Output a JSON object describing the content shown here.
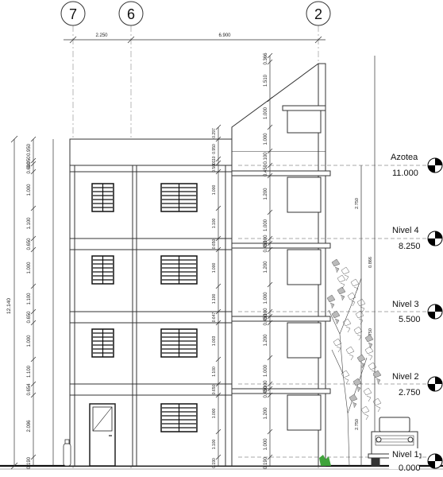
{
  "grid_axes": [
    {
      "label": "7"
    },
    {
      "label": "6"
    },
    {
      "label": "2"
    }
  ],
  "top_dimensions": [
    "2.250",
    "6.900"
  ],
  "overall_height": "12.140",
  "left_dimensions": [
    "0.950",
    "0.050",
    "0.600",
    "1.000",
    "1.100",
    "0.650",
    "1.000",
    "1.100",
    "0.650",
    "1.000",
    "1.100",
    "0.654",
    "2.096",
    "0.190"
  ],
  "mid_dimensions": [
    "0.297",
    "0.950",
    "0.110",
    "0.500",
    "1.000",
    "1.100",
    "0.650",
    "1.000",
    "1.100",
    "0.647",
    "1.003",
    "1.100",
    "0.650",
    "1.000",
    "1.100",
    "0.190"
  ],
  "right_dimensions": [
    "0.366",
    "1.510",
    "1.000",
    "1.000",
    "0.100",
    "0.450",
    "1.200",
    "1.000",
    "0.100",
    "0.450",
    "1.200",
    "1.000",
    "0.100",
    "0.450",
    "1.200",
    "1.000",
    "0.100",
    "0.450",
    "1.200",
    "1.000",
    "0.190"
  ],
  "inner_dimensions": [
    "2.750",
    "2.750"
  ],
  "tree_dimensions": [
    "0.866",
    "2.750"
  ],
  "levels": [
    {
      "name": "Azotea",
      "value": "11.000"
    },
    {
      "name": "Nivel 4",
      "value": "8.250"
    },
    {
      "name": "Nivel 3",
      "value": "5.500"
    },
    {
      "name": "Nivel 2",
      "value": "2.750"
    },
    {
      "name": "Nivel 1",
      "value": "0.000"
    }
  ]
}
